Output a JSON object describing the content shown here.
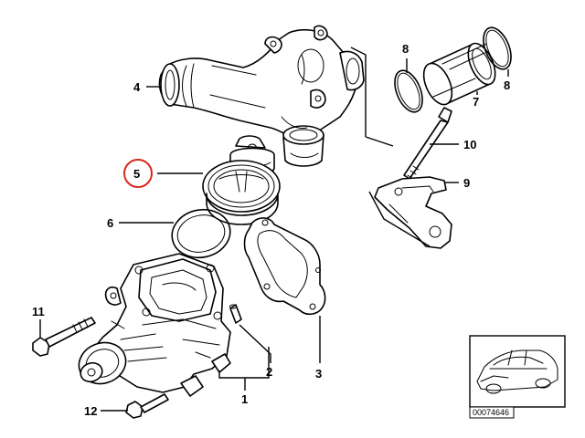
{
  "callouts": {
    "c1": "1",
    "c2": "2",
    "c3": "3",
    "c4": "4",
    "c5": "5",
    "c6": "6",
    "c7": "7",
    "c8a": "8",
    "c8b": "8",
    "c9": "9",
    "c10": "10",
    "c11": "11",
    "c12": "12"
  },
  "highlight_color": "#d9261c",
  "inset": {
    "ref_code": "00074646",
    "icon": "car-silhouette-icon"
  }
}
